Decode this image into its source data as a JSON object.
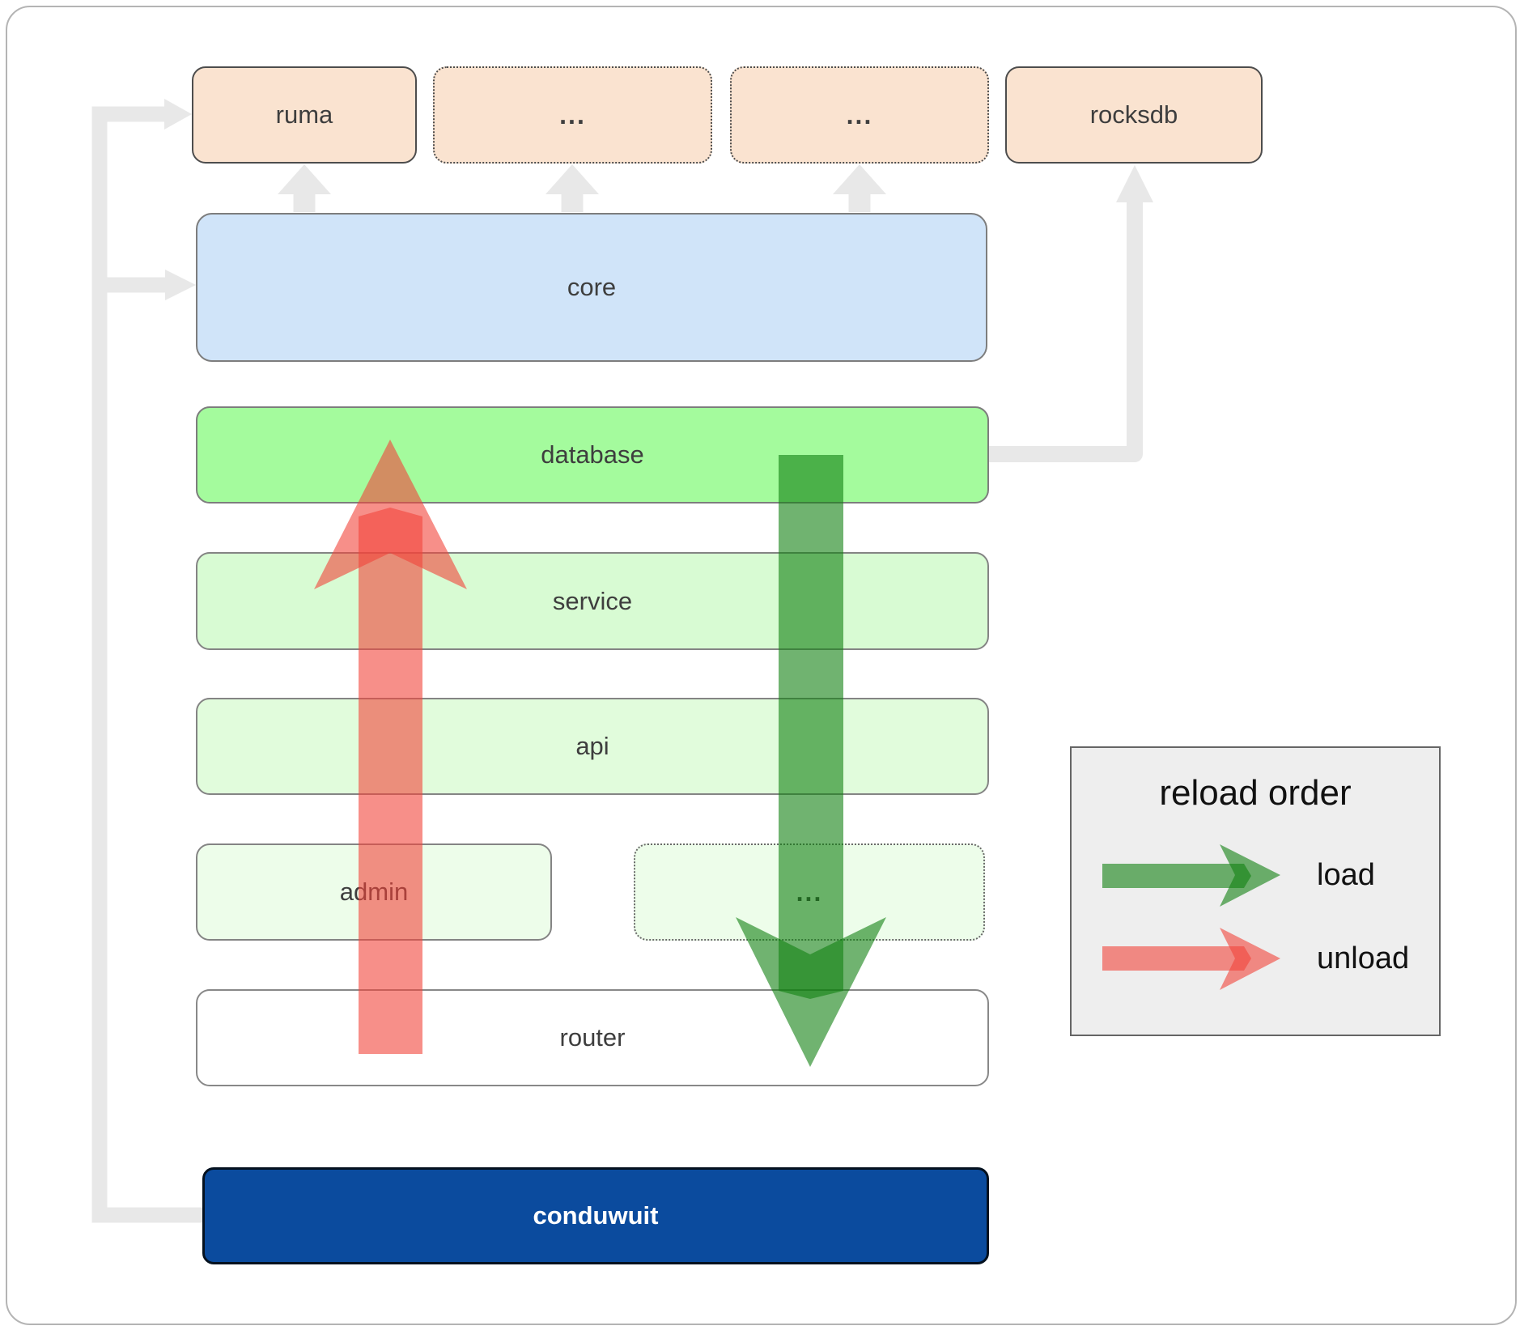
{
  "boxes": {
    "ruma": {
      "label": "ruma"
    },
    "top_ellipsis_1": {
      "label": "..."
    },
    "top_ellipsis_2": {
      "label": "..."
    },
    "rocksdb": {
      "label": "rocksdb"
    },
    "core": {
      "label": "core"
    },
    "database": {
      "label": "database"
    },
    "service": {
      "label": "service"
    },
    "api": {
      "label": "api"
    },
    "admin": {
      "label": "admin"
    },
    "mid_ellipsis": {
      "label": "..."
    },
    "router": {
      "label": "router"
    },
    "conduwuit": {
      "label": "conduwuit"
    }
  },
  "legend": {
    "title": "reload order",
    "items": [
      {
        "label": "load"
      },
      {
        "label": "unload"
      }
    ]
  },
  "colors": {
    "load_fill": "rgba(16,128,16,0.6)",
    "unload_fill": "rgba(242,68,58,0.6)",
    "connector": "#e8e8e8",
    "database_fill": "#a4fb9d",
    "core_fill": "#d0e4f9",
    "module_fill": "#fae3d0",
    "conduwuit_fill": "#0b4b9e"
  }
}
